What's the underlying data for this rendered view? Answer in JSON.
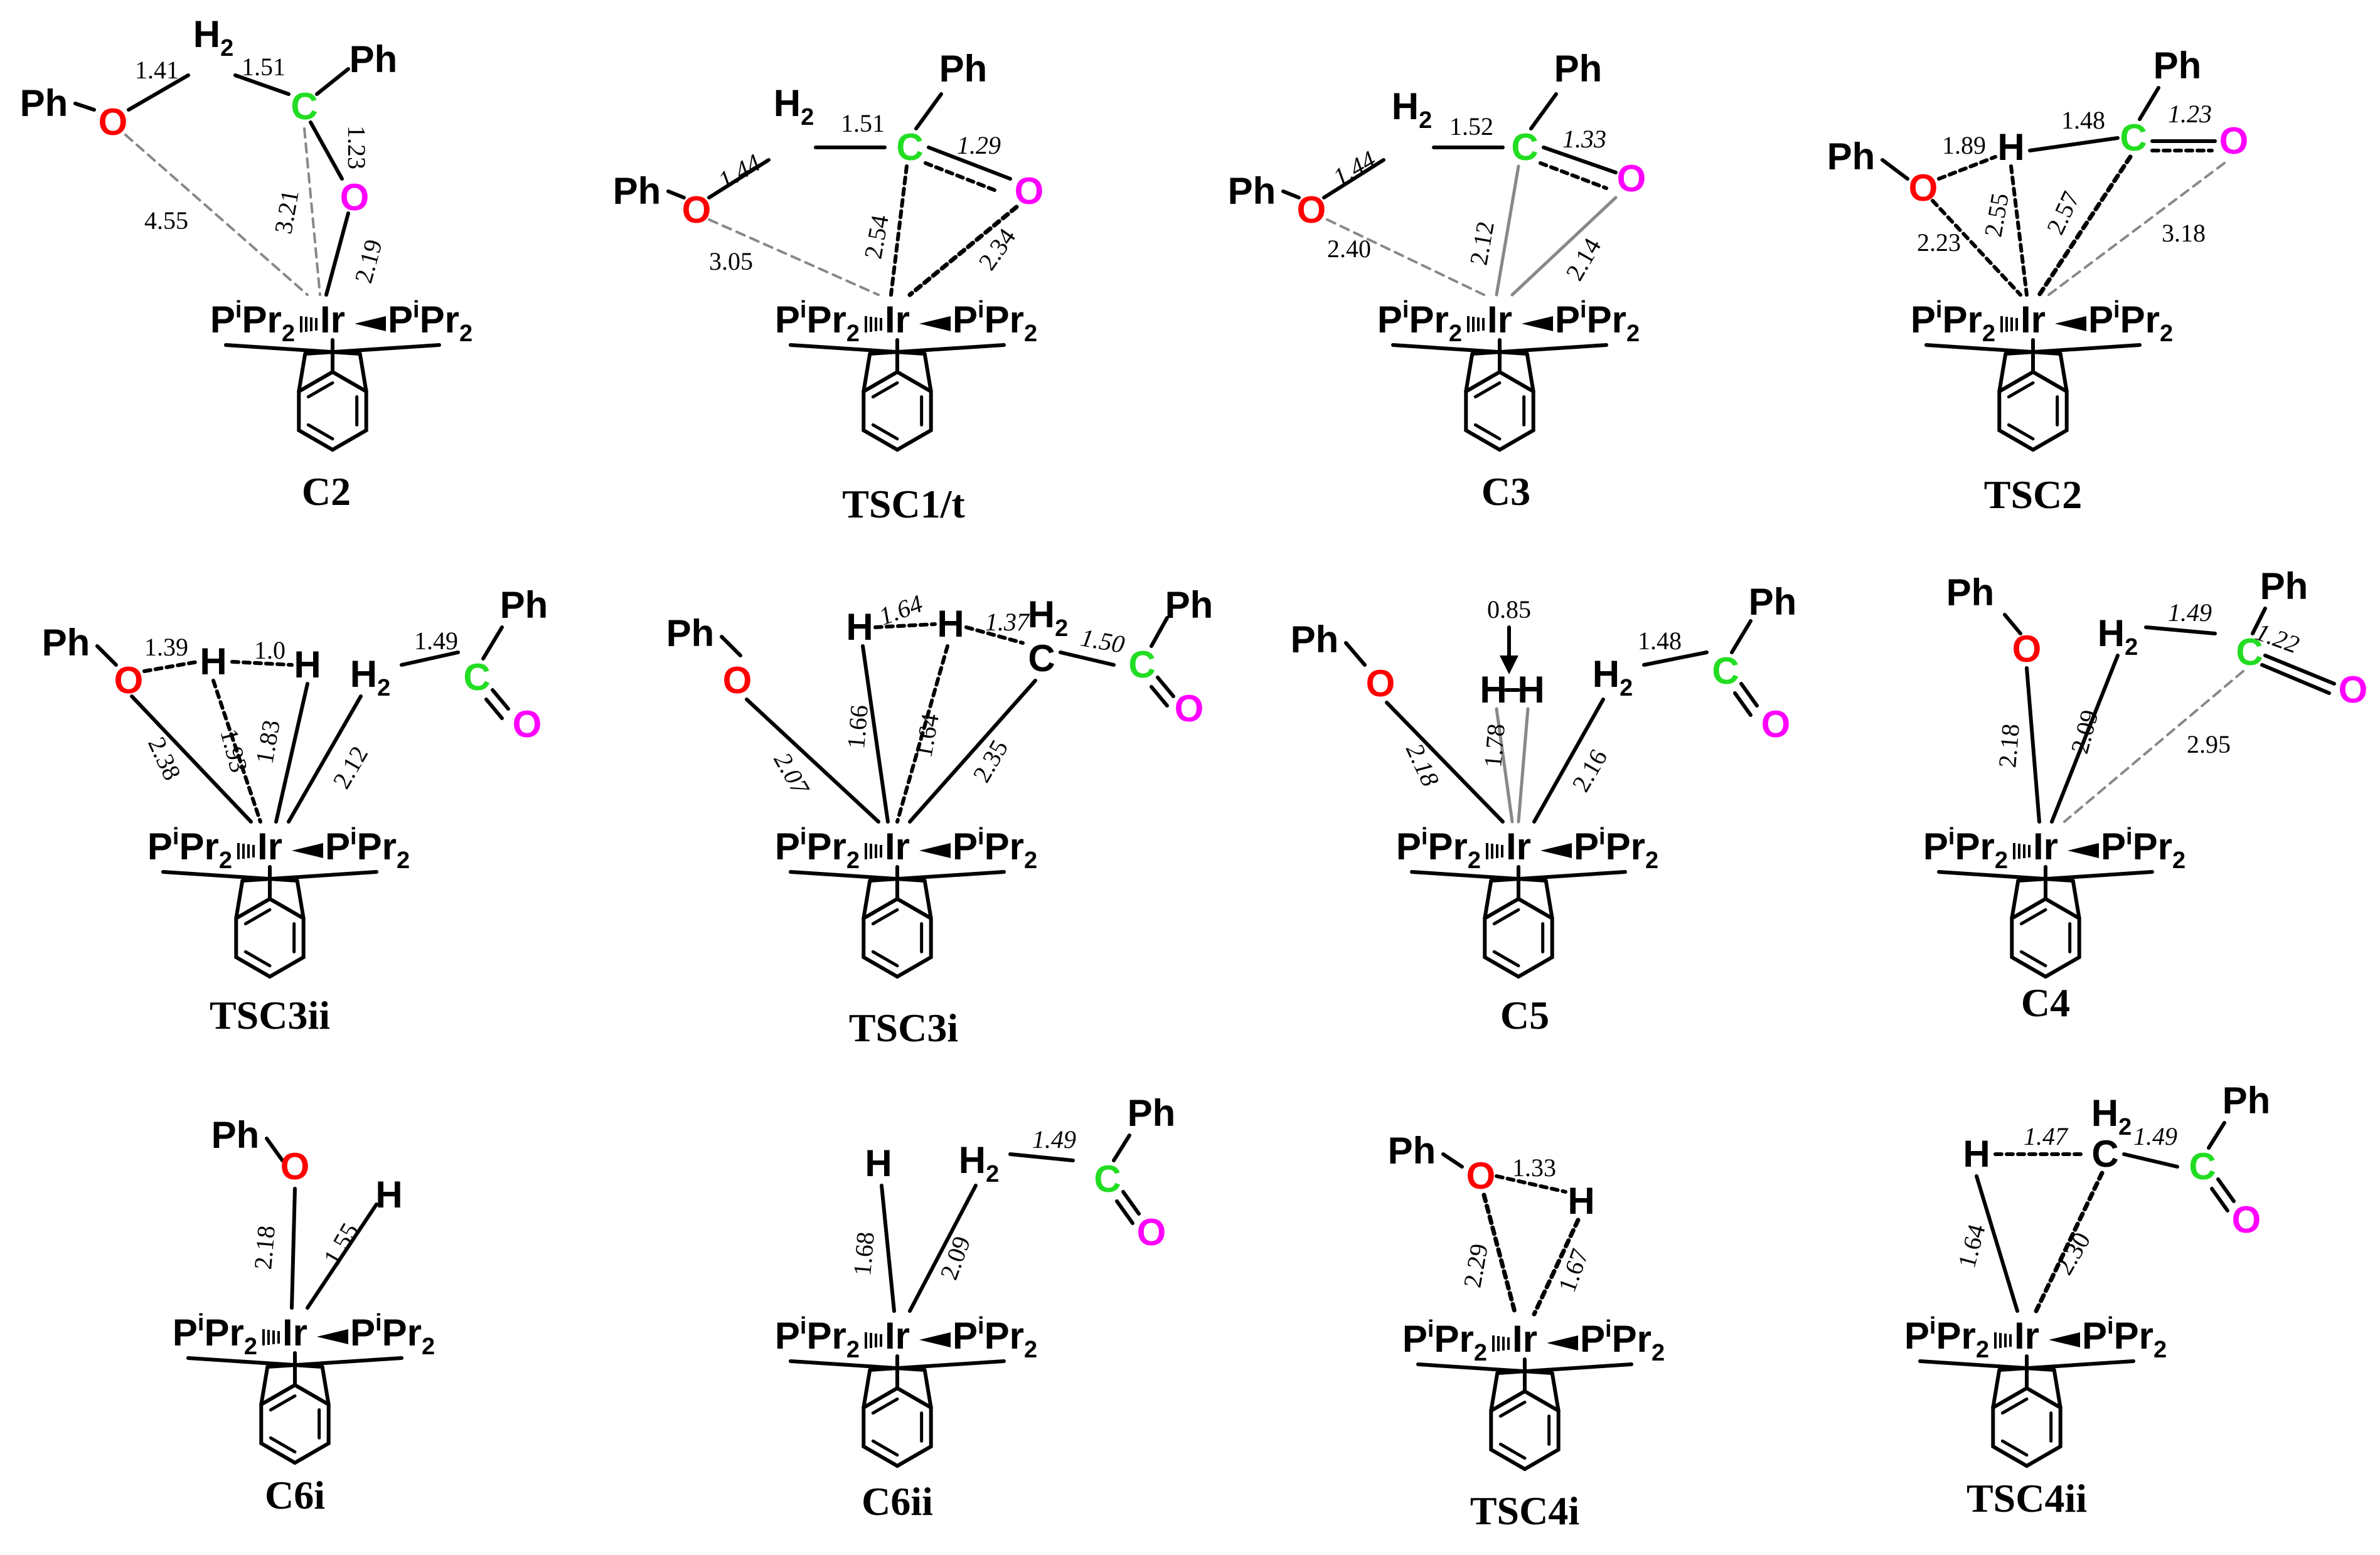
{
  "atoms": {
    "ph": "Ph",
    "o": "O",
    "c": "C",
    "h": "H",
    "h2": "H",
    "h2_sub": "2",
    "ir": "Ir",
    "p": "P",
    "p_sup": "i",
    "pr": "Pr",
    "pr_sub": "2"
  },
  "structures": [
    {
      "id": "C2",
      "label": "C2",
      "bond_labels": [
        {
          "key": "Ph-O_CH2",
          "text": "1.41"
        },
        {
          "key": "CH2-C",
          "text": "1.51"
        },
        {
          "key": "C=O",
          "text": "1.23"
        },
        {
          "key": "O...Ir",
          "text": "4.55"
        },
        {
          "key": "C...Ir",
          "text": "3.21"
        },
        {
          "key": "O-Ir",
          "text": "2.19"
        }
      ]
    },
    {
      "id": "TSC1t",
      "label": "TSC1/t",
      "bond_labels": [
        {
          "key": "O-CH2",
          "text": "1.44"
        },
        {
          "key": "CH2-C",
          "text": "1.51"
        },
        {
          "key": "C=O",
          "text": "1.29"
        },
        {
          "key": "O...Ir",
          "text": "3.05"
        },
        {
          "key": "C...Ir",
          "text": "2.54"
        },
        {
          "key": "O...Ir2",
          "text": "2.34"
        }
      ]
    },
    {
      "id": "C3",
      "label": "C3",
      "bond_labels": [
        {
          "key": "O-CH2",
          "text": "1.44"
        },
        {
          "key": "CH2-C",
          "text": "1.52"
        },
        {
          "key": "C=O",
          "text": "1.33"
        },
        {
          "key": "O...Ir",
          "text": "2.40"
        },
        {
          "key": "C-Ir",
          "text": "2.12"
        },
        {
          "key": "O-Ir",
          "text": "2.14"
        }
      ]
    },
    {
      "id": "TSC2",
      "label": "TSC2",
      "bond_labels": [
        {
          "key": "O...CH",
          "text": "1.89"
        },
        {
          "key": "CH-C",
          "text": "1.48"
        },
        {
          "key": "C=O",
          "text": "1.23"
        },
        {
          "key": "O...Ir",
          "text": "2.23"
        },
        {
          "key": "CH...Ir",
          "text": "2.55"
        },
        {
          "key": "C...Ir",
          "text": "2.57"
        },
        {
          "key": "O2...Ir",
          "text": "3.18"
        }
      ]
    },
    {
      "id": "TSC3ii",
      "label": "TSC3ii",
      "bond_labels": [
        {
          "key": "O...H",
          "text": "1.39"
        },
        {
          "key": "H...H",
          "text": "1.0"
        },
        {
          "key": "CH2-C",
          "text": "1.49"
        },
        {
          "key": "O-Ir",
          "text": "2.38"
        },
        {
          "key": "H...Ir",
          "text": "1.93"
        },
        {
          "key": "H-Ir",
          "text": "1.83"
        },
        {
          "key": "CH2-Ir",
          "text": "2.12"
        }
      ]
    },
    {
      "id": "TSC3i",
      "label": "TSC3i",
      "bond_labels": [
        {
          "key": "H...H",
          "text": "1.64"
        },
        {
          "key": "H...C",
          "text": "1.37"
        },
        {
          "key": "CH2-C",
          "text": "1.50"
        },
        {
          "key": "O-Ir",
          "text": "2.07"
        },
        {
          "key": "H-Ir",
          "text": "1.66"
        },
        {
          "key": "H...Ir",
          "text": "1.64"
        },
        {
          "key": "C-Ir",
          "text": "2.35"
        }
      ]
    },
    {
      "id": "C5",
      "label": "C5",
      "bond_labels": [
        {
          "key": "H-H",
          "text": "0.85"
        },
        {
          "key": "CH2-C",
          "text": "1.48"
        },
        {
          "key": "O-Ir",
          "text": "2.18"
        },
        {
          "key": "H2-Ir",
          "text": "1.78"
        },
        {
          "key": "CH2-Ir",
          "text": "2.16"
        }
      ]
    },
    {
      "id": "C4",
      "label": "C4",
      "bond_labels": [
        {
          "key": "CH2-C",
          "text": "1.49"
        },
        {
          "key": "C=O",
          "text": "1.22"
        },
        {
          "key": "O-Ir",
          "text": "2.18"
        },
        {
          "key": "CH2-Ir",
          "text": "2.09"
        },
        {
          "key": "C...Ir",
          "text": "2.95"
        }
      ]
    },
    {
      "id": "C6i",
      "label": "C6i",
      "bond_labels": [
        {
          "key": "O-Ir",
          "text": "2.18"
        },
        {
          "key": "H-Ir",
          "text": "1.55"
        }
      ]
    },
    {
      "id": "C6ii",
      "label": "C6ii",
      "bond_labels": [
        {
          "key": "CH2-C",
          "text": "1.49"
        },
        {
          "key": "H-Ir",
          "text": "1.68"
        },
        {
          "key": "CH2-Ir",
          "text": "2.09"
        }
      ]
    },
    {
      "id": "TSC4i",
      "label": "TSC4i",
      "bond_labels": [
        {
          "key": "O...H",
          "text": "1.33"
        },
        {
          "key": "O...Ir",
          "text": "2.29"
        },
        {
          "key": "H...Ir",
          "text": "1.67"
        }
      ]
    },
    {
      "id": "TSC4ii",
      "label": "TSC4ii",
      "bond_labels": [
        {
          "key": "H...C",
          "text": "1.47"
        },
        {
          "key": "CH2-C",
          "text": "1.49"
        },
        {
          "key": "H...Ir",
          "text": "1.64"
        },
        {
          "key": "C...Ir",
          "text": "2.30"
        }
      ]
    }
  ],
  "colors": {
    "oxygen_ether": "#ff0000",
    "oxygen_carbonyl": "#ff00ff",
    "carbon_carbonyl": "#22dd22",
    "bond": "#000000",
    "long_contact": "#888888"
  }
}
